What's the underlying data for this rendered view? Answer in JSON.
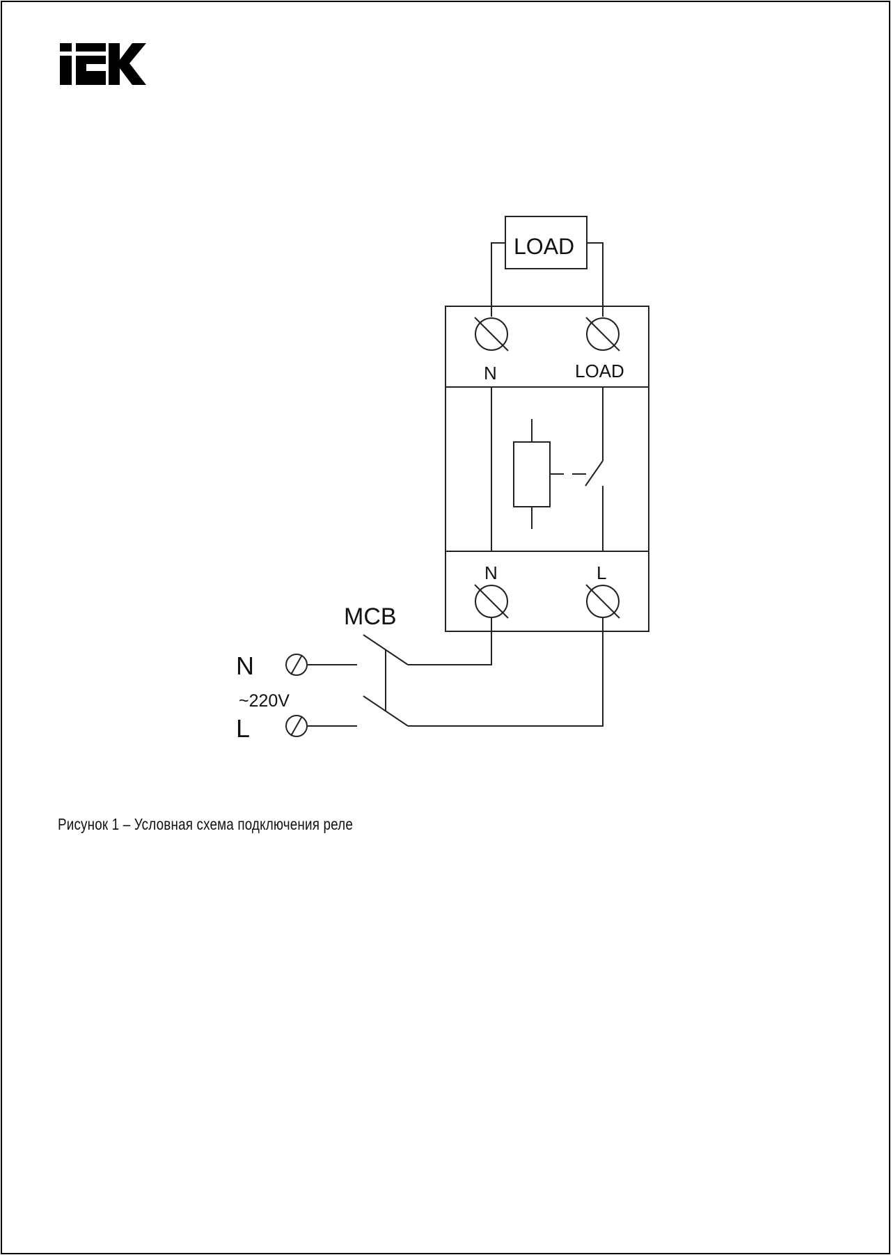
{
  "logo": {
    "text": "IEK"
  },
  "diagram": {
    "load_box_label": "LOAD",
    "top_terminals": [
      {
        "label": "N"
      },
      {
        "label": "LOAD"
      }
    ],
    "bottom_terminals": [
      {
        "label": "N"
      },
      {
        "label": "L"
      }
    ],
    "mcb_label": "MCB",
    "supply": {
      "n_label": "N",
      "voltage_label": "~220V",
      "l_label": "L"
    }
  },
  "caption": "Рисунок 1 – Условная схема подключения реле"
}
